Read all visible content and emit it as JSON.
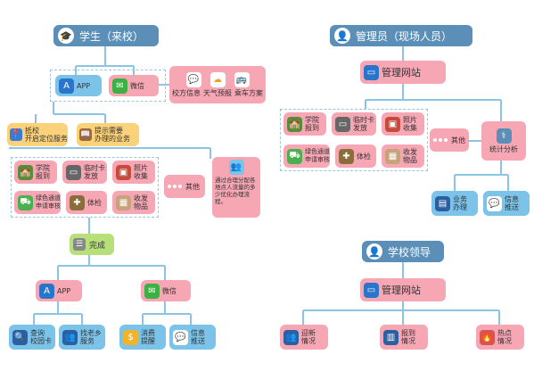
{
  "left": {
    "title": "学生（来校）",
    "app": "APP",
    "wechat": "微信",
    "info_services": [
      "校方信息",
      "天气预报",
      "乘车方案"
    ],
    "arrive": "抵校\n开启定位服务",
    "reminder": "提示需要\n办理的业务",
    "tasks": [
      "学院\n报到",
      "临时卡\n发放",
      "照片\n收集",
      "绿色通道\n申请审核",
      "体检",
      "收发\n物品"
    ],
    "other": "其他",
    "note": "通过合理分配各地点人流量的多少优化办理流程。",
    "complete": "完成",
    "app2": "APP",
    "wechat2": "微信",
    "bottom": [
      "查询\n校园卡",
      "找老乡\n服务",
      "消费\n提醒",
      "信息\n推送"
    ]
  },
  "right_admin": {
    "title": "管理员（现场人员）",
    "site": "管理网站",
    "tasks": [
      "学院\n报到",
      "临时卡\n发放",
      "照片\n收集",
      "绿色通道\n申请审核",
      "体检",
      "收发\n物品"
    ],
    "other": "其他",
    "stats": "统计分析",
    "business": "业务\n办理",
    "push": "信息\n推送"
  },
  "right_leader": {
    "title": "学校领导",
    "site": "管理网站",
    "items": [
      "迎新\n情况",
      "报到\n情况",
      "热点\n情况"
    ]
  },
  "colors": {
    "title_bg": "#5b8fb8",
    "pink": "#f7a6b4",
    "blue": "#7cc3ea",
    "line": "#8cc4e4"
  }
}
